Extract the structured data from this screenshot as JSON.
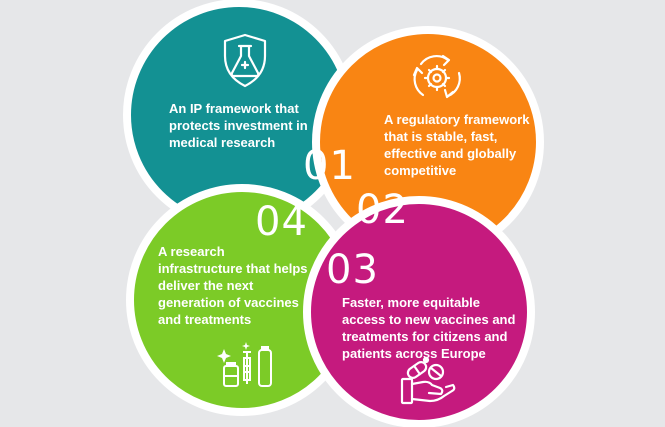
{
  "colors": {
    "background": "#e6e7e9",
    "teal": "#139193",
    "orange": "#f98513",
    "green": "#7ccb27",
    "magenta": "#c51a7e",
    "white": "#ffffff"
  },
  "pillars": [
    {
      "number": "01",
      "text": "An IP framework that protects investment in medical research",
      "icon": "lab-flask-shield-icon"
    },
    {
      "number": "02",
      "text": "A regulatory framework that is stable, fast, effective and globally competitive",
      "icon": "gear-cycle-arrows-icon"
    },
    {
      "number": "03",
      "text": "Faster, more equitable access to new vaccines and treatments for citizens and patients across Europe",
      "icon": "hand-holding-pills-icon"
    },
    {
      "number": "04",
      "text": "A research infrastructure that helps deliver the next generation of vaccines and treatments",
      "icon": "vials-syringe-icon"
    }
  ]
}
